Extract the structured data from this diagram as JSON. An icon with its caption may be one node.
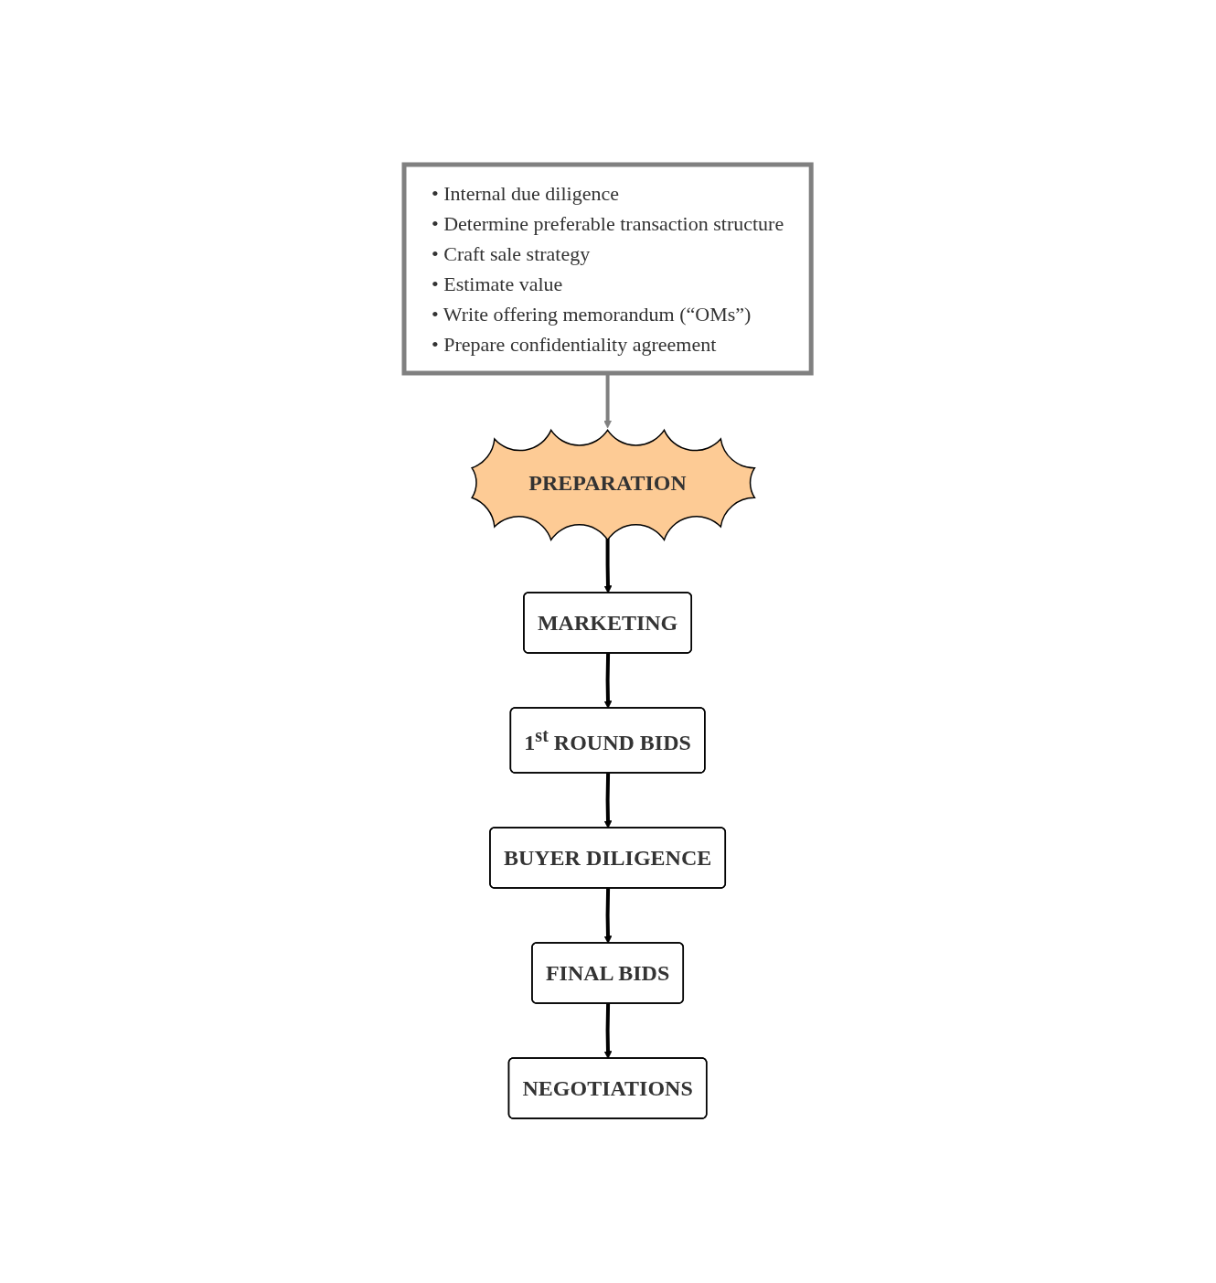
{
  "diagram": {
    "nodes": [
      {
        "text": [
          "PREPARATION"
        ]
      },
      {
        "text": [
          "MARKETING"
        ]
      },
      {
        "text": [
          "1$^{st}$ ROUND BIDS"
        ]
      },
      {
        "text": [
          "BUYER DILIGENCE"
        ]
      },
      {
        "text": [
          "FINAL BIDS"
        ]
      },
      {
        "text": [
          "NEGOTIATIONS"
        ]
      },
      {
        "text": [
          "• Internal due diligence",
          "• Determine preferable transaction structure",
          "• Craft sale strategy",
          "• Estimate value",
          "• Write offering memorandum (“OMs”)",
          "• Prepare confidentiality agreement"
        ]
      }
    ],
    "edges": [
      {
        "from": 0,
        "to": 1,
        "arrow": "to"
      },
      {
        "from": 1,
        "to": 2,
        "arrow": "to"
      },
      {
        "from": 2,
        "to": 3,
        "arrow": "to"
      },
      {
        "from": 3,
        "to": 4,
        "arrow": "to"
      },
      {
        "from": 4,
        "to": 5,
        "arrow": "to"
      },
      {
        "from": 6,
        "to": 0,
        "arrow": "to",
        "color": "#808080"
      }
    ]
  }
}
